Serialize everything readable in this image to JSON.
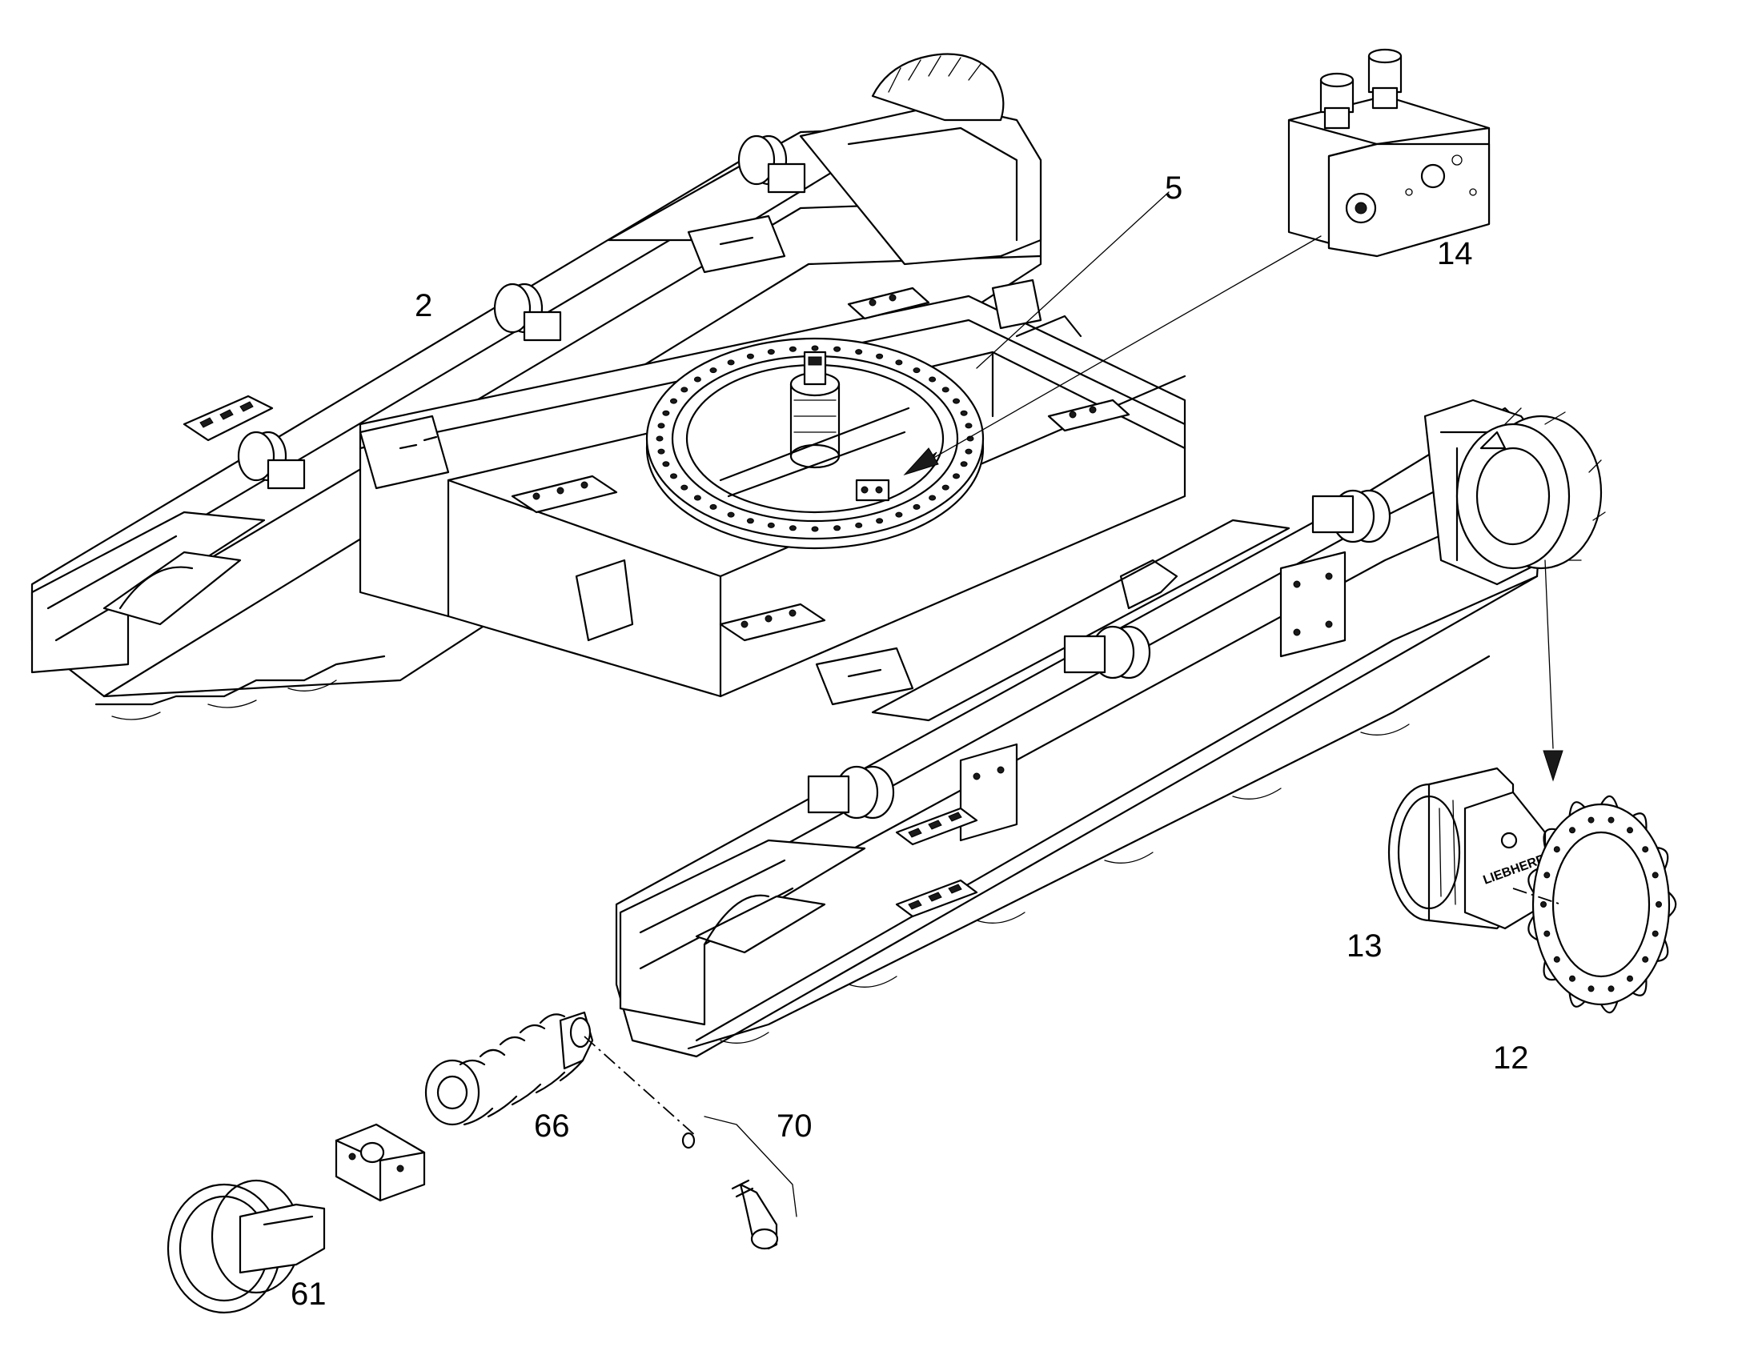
{
  "callouts": {
    "c2": "2",
    "c5": "5",
    "c14": "14",
    "c13": "13",
    "c12": "12",
    "c66": "66",
    "c70": "70",
    "c61": "61"
  },
  "sprocket_brand": "LIEBHERR"
}
